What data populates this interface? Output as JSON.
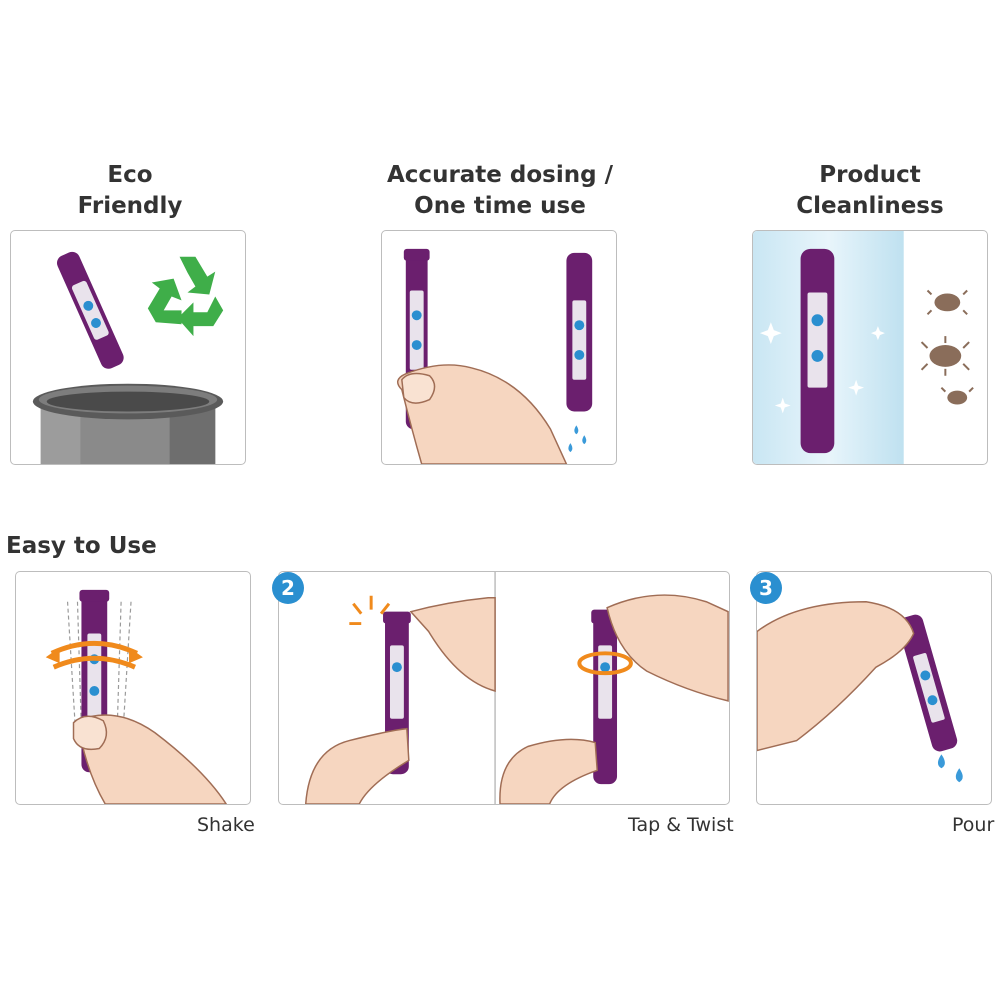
{
  "features": [
    {
      "title": "Eco\nFriendly"
    },
    {
      "title": "Accurate dosing /\nOne time use"
    },
    {
      "title": "Product\nCleanliness"
    }
  ],
  "usage": {
    "title": "Easy to Use",
    "steps": [
      {
        "caption": "Shake"
      },
      {
        "number": "2",
        "caption": "Tap & Twist"
      },
      {
        "number": "3",
        "caption": "Pour"
      }
    ]
  },
  "colors": {
    "vial": "#6b1f6e",
    "accent_orange": "#f08a1c",
    "badge_blue": "#2a8fd0",
    "recycle_green": "#3fae49",
    "drop_blue": "#3a9ad9"
  },
  "icons": [
    "recycle-icon",
    "trash-can-icon",
    "germ-icon",
    "sparkle-icon",
    "water-drop-icon"
  ]
}
